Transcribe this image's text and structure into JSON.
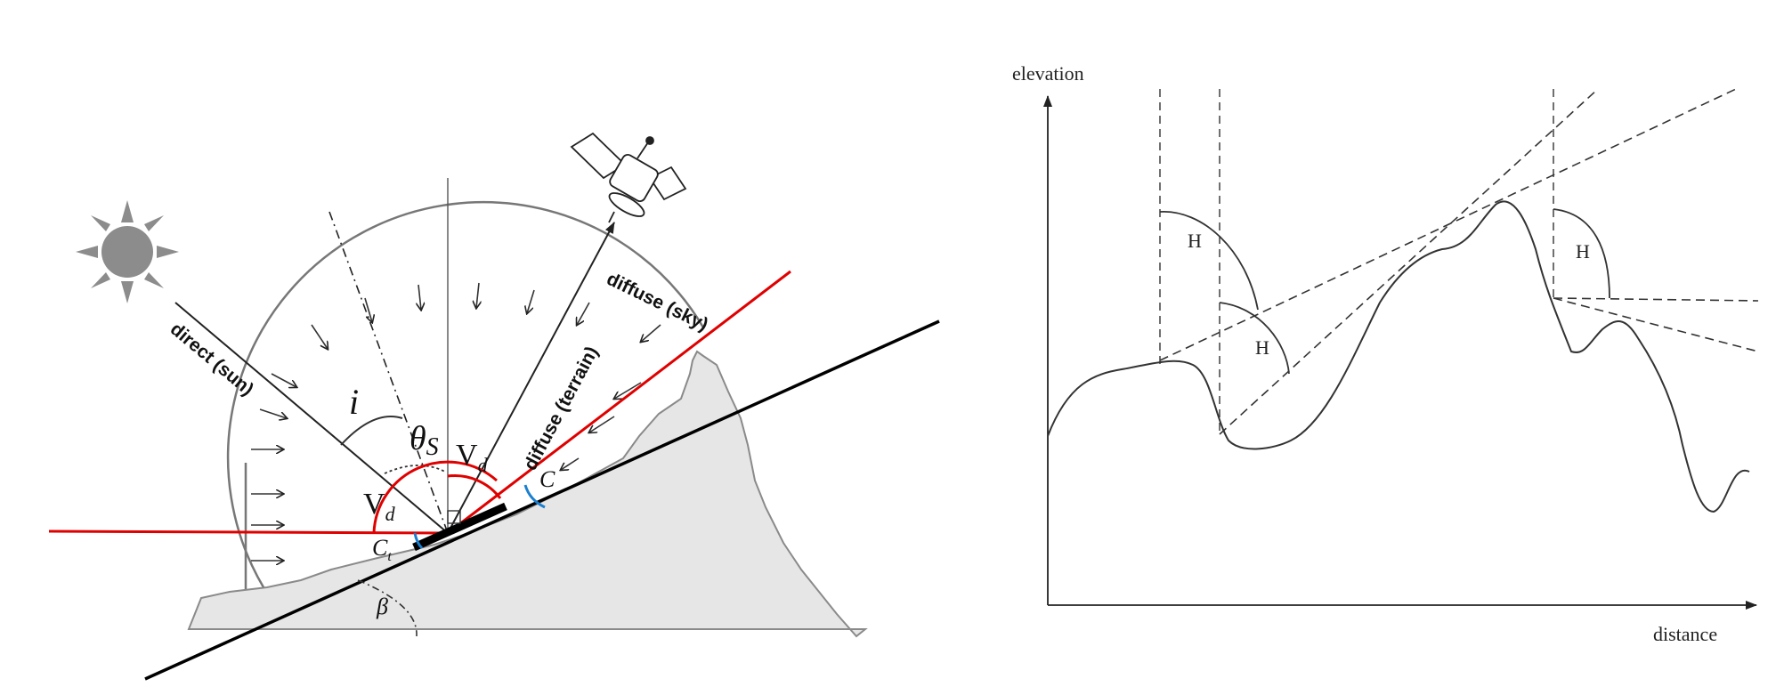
{
  "left_diagram": {
    "labels": {
      "direct": "direct (sun)",
      "diffuse_sky": "diffuse (sky)",
      "diffuse_terrain": "diffuse (terrain)",
      "incidence": "i",
      "solar_zenith": "θ",
      "solar_zenith_sub": "S",
      "view_left": "V",
      "view_left_sub": "d",
      "view_right": "V",
      "view_right_sub": "d",
      "terrain_config": "C",
      "terrain_config_sub": "t",
      "terrain_config_right": "C",
      "slope": "β"
    },
    "icons": [
      "sun-icon",
      "satellite-icon"
    ],
    "colors": {
      "horizon_lines": "#e00000",
      "config_arcs": "#1a7fd0",
      "terrain": "#e6e6e6",
      "terrain_edge": "#8a8a8a",
      "slope_line": "#000000"
    }
  },
  "right_diagram": {
    "axis_labels": {
      "y": "elevation",
      "x": "distance"
    },
    "horizon_labels": [
      "H",
      "H",
      "H"
    ]
  }
}
